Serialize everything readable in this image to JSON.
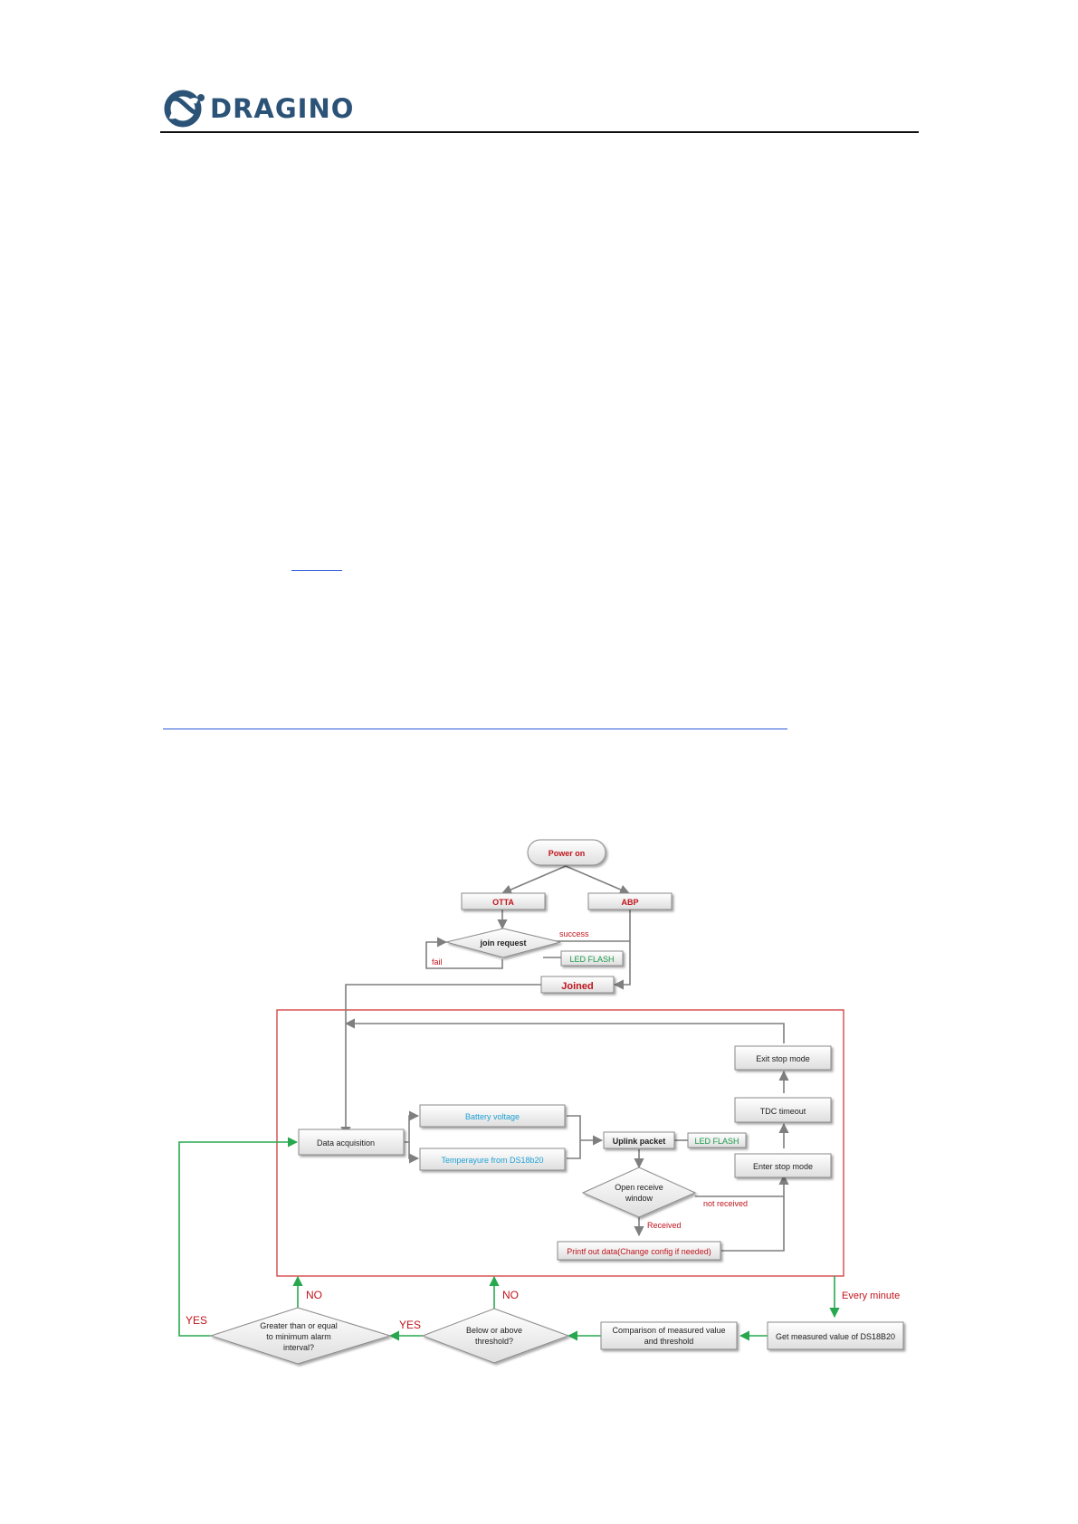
{
  "header": {
    "brand": "DRAGINO",
    "logo_icon": "dragino-logo-icon"
  },
  "colors": {
    "brand": "#2b5377",
    "red_label": "#c0141c",
    "blue_label": "#1fa2d6",
    "green_label": "#1a9a4a",
    "green_arrow": "#27a84f",
    "gray_arrow": "#7f7f7f",
    "frame": "#d33a3a"
  },
  "flowchart": {
    "power_on": "Power on",
    "otta": "OTTA",
    "abp": "ABP",
    "join_request": "join request",
    "success": "success",
    "fail": "fail",
    "led_flash_join": "LED FLASH",
    "joined": "Joined",
    "exit_stop_mode": "Exit stop mode",
    "tdc_timeout": "TDC timeout",
    "enter_stop_mode": "Enter stop mode",
    "data_acquisition": "Data acquisition",
    "battery_voltage": "Battery voltage",
    "temperature": "Temperayure from DS18b20",
    "uplink_packet": "Uplink packet",
    "led_flash_uplink": "LED FLASH",
    "open_receive_window": [
      "Open receive",
      "window"
    ],
    "not_received": "not received",
    "received": "Received",
    "printf": "Printf out data(Change config if needed)",
    "every_minute": "Every minute",
    "get_measured": "Get measured value of DS18B20",
    "comparison": [
      "Comparison of measured value",
      "and threshold"
    ],
    "below_above": [
      "Below or above",
      "threshold?"
    ],
    "greater_equal": [
      "Greater than or equal",
      "to minimum alarm",
      "interval?"
    ],
    "yes_left": "YES",
    "yes_mid": "YES",
    "no_left": "NO",
    "no_mid": "NO"
  }
}
